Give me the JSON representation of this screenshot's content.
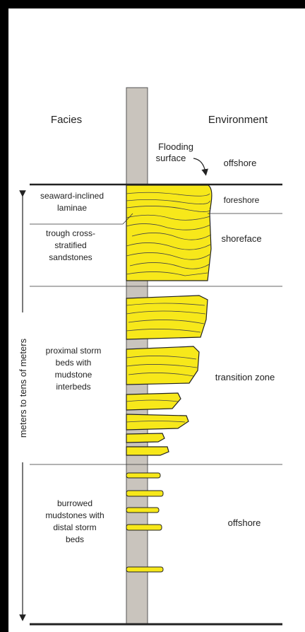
{
  "headers": {
    "facies": "Facies",
    "environment": "Environment"
  },
  "flooding": {
    "line1": "Flooding",
    "line2": "surface"
  },
  "facies_labels": {
    "seaward": [
      "seaward-inclined",
      "laminae"
    ],
    "trough": [
      "trough cross-",
      "stratified",
      "sandstones"
    ],
    "proximal": [
      "proximal storm",
      "beds with",
      "mudstone",
      "interbeds"
    ],
    "burrowed": [
      "burrowed",
      "mudstones with",
      "distal storm",
      "beds"
    ]
  },
  "environment_labels": {
    "offshore_top": "offshore",
    "foreshore": "foreshore",
    "shoreface": "shoreface",
    "transition": "transition zone",
    "offshore_bottom": "offshore"
  },
  "scale_label": "meters to tens of meters",
  "colors": {
    "sand": "#f7e81a",
    "mud": "#c9c4bd",
    "line": "#2a2a2a"
  }
}
